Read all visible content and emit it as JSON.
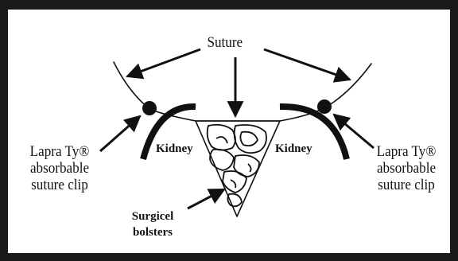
{
  "labels": {
    "suture": "Suture",
    "kidney_left": "Kidney",
    "kidney_right": "Kidney",
    "clip_left": {
      "line1": "Lapra Ty®",
      "line2": "absorbable",
      "line3": "suture clip"
    },
    "clip_right": {
      "line1": "Lapra Ty®",
      "line2": "absorbable",
      "line3": "suture clip"
    },
    "bolsters": {
      "line1": "Surgicel",
      "line2": "bolsters"
    }
  },
  "colors": {
    "ink": "#111111",
    "frame": "#1a1a1a",
    "background": "#ffffff"
  }
}
